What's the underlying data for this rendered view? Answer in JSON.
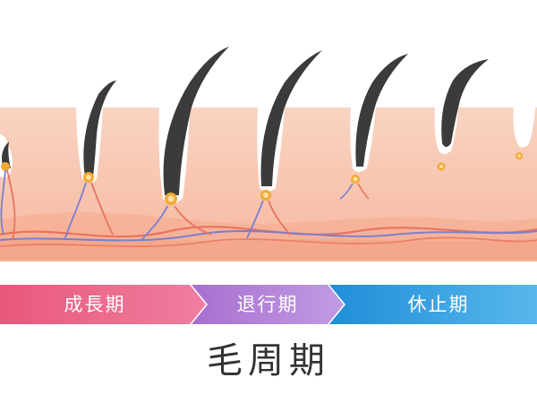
{
  "title": "毛周期",
  "phases": [
    {
      "label": "成長期",
      "color_start": "#e8587c",
      "color_end": "#f07ea0"
    },
    {
      "label": "退行期",
      "color_start": "#a86fcf",
      "color_end": "#c19be4"
    },
    {
      "label": "休止期",
      "color_start": "#1f8ed8",
      "color_end": "#58b7ec"
    }
  ],
  "colors": {
    "skin_surface": "#f9cdb8",
    "skin_deep": "#f6b59c",
    "hair": "#3b3b3b",
    "root_sheath": "#ffffff",
    "bulb": "#f2a933",
    "blood_vessel": "#e8745e",
    "nerve": "#7a7fd0"
  }
}
